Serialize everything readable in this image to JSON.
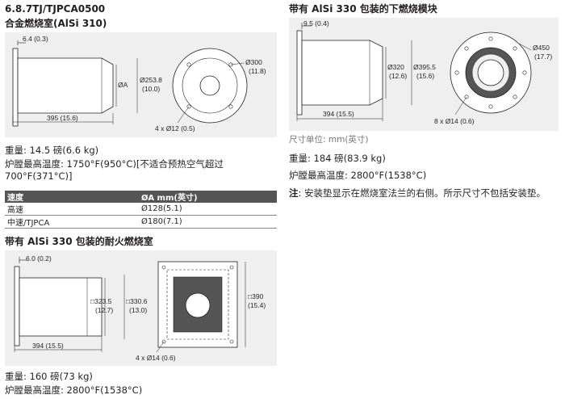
{
  "left": {
    "section_title": "6.8.7TJ/TJPCA0500",
    "sub_title": "合金燃烧室(AlSi 310)",
    "fig1": {
      "dim_flange": "6.4 (0.3)",
      "dim_a": "ØA",
      "dim_253": "Ø253.8",
      "dim_253_in": "(10.0)",
      "dim_len": "395 (15.6)",
      "dim_300": "Ø300",
      "dim_300_in": "(11.8)",
      "dim_holes": "4 x Ø12 (0.5)"
    },
    "weight": "重量: 14.5 磅(6.6 kg)",
    "max_temp": "炉膛最高温度: 1750°F(950°C)[不适合预热空气超过700°F(371°C)]",
    "table": {
      "headers": [
        "速度",
        "ØA mm(英寸)"
      ],
      "rows": [
        [
          "高速",
          "Ø128(5.1)"
        ],
        [
          "中速/TJPCA",
          "Ø180(7.1)"
        ]
      ]
    },
    "section2_title": "带有 AlSi 330 包装的耐火燃烧室",
    "fig2": {
      "dim_flange": "6.0 (0.2)",
      "dim_323": "□323.5",
      "dim_323_in": "(12.7)",
      "dim_330": "□330.6",
      "dim_330_in": "(13.0)",
      "dim_len": "394 (15.5)",
      "dim_390": "□390",
      "dim_390_in": "(15.4)",
      "dim_holes": "4 x Ø14 (0.6)"
    },
    "weight2": "重量: 160 磅(73 kg)",
    "max_temp2": "炉膛最高温度: 2800°F(1538°C)"
  },
  "right": {
    "section_title": "带有 AlSi 330 包装的下燃烧模块",
    "fig": {
      "dim_flange": "9.5 (0.4)",
      "dim_320": "Ø320",
      "dim_320_in": "(12.6)",
      "dim_395": "Ø395.5",
      "dim_395_in": "(15.6)",
      "dim_len": "394 (15.5)",
      "dim_450": "Ø450",
      "dim_450_in": "(17.7)",
      "dim_holes": "8 x Ø14 (0.6)"
    },
    "unit_note": "尺寸单位: mm(英寸)",
    "weight": "重量: 184 磅(83.9 kg)",
    "max_temp": "炉膛最高温度: 2800°F(1538°C)",
    "note_label": "注",
    "note_text": ": 安装垫显示在燃烧室法兰的右侧。所示尺寸不包括安装垫。"
  }
}
